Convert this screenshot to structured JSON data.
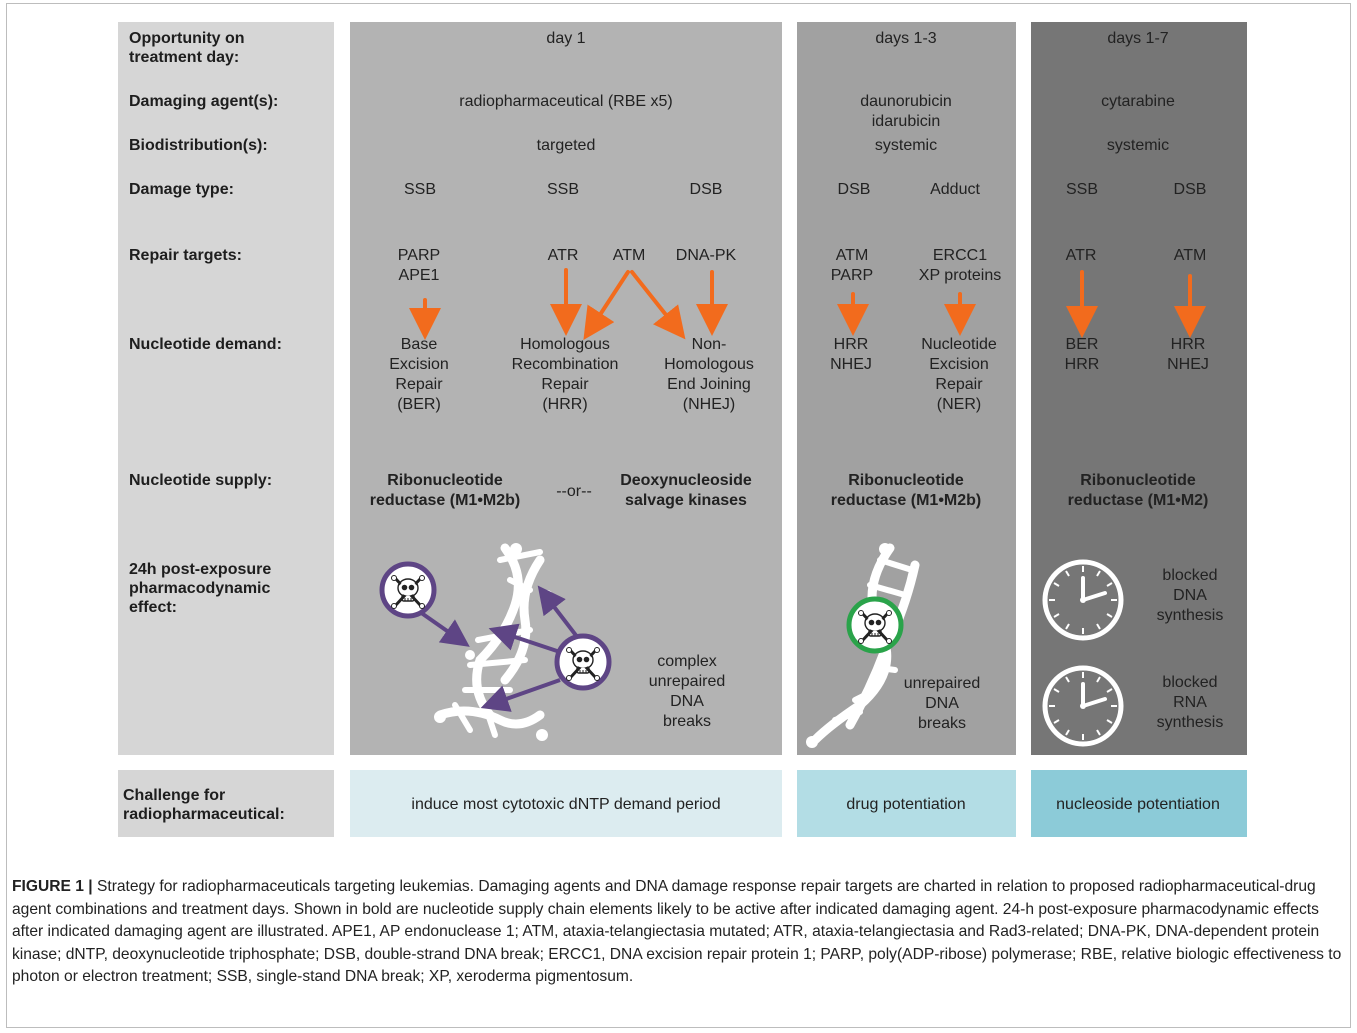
{
  "row_labels": {
    "opportunity": [
      "Opportunity on",
      "treatment day:"
    ],
    "agents": "Damaging agent(s):",
    "biodistribution": "Biodistribution(s):",
    "damage_type": "Damage type:",
    "repair_targets": "Repair targets:",
    "nucleotide_demand": "Nucleotide demand:",
    "nucleotide_supply": "Nucleotide supply:",
    "pd_effect": [
      "24h post-exposure",
      "pharmacodynamic",
      "effect:"
    ],
    "challenge": [
      "Challenge for",
      "radiopharmaceutical:"
    ]
  },
  "day1": {
    "day": "day 1",
    "agent": "radiopharmaceutical (RBE x5)",
    "biodistribution": "targeted",
    "damage": [
      "SSB",
      "SSB",
      "DSB"
    ],
    "targets": {
      "parp": [
        "PARP",
        "APE1"
      ],
      "atr": "ATR",
      "atm": "ATM",
      "dnapk": "DNA-PK"
    },
    "demand": {
      "ber": [
        "Base",
        "Excision",
        "Repair",
        "(BER)"
      ],
      "hrr": [
        "Homologous",
        "Recombination",
        "Repair",
        "(HRR)"
      ],
      "nhej": [
        "Non-",
        "Homologous",
        "End Joining",
        "(NHEJ)"
      ]
    },
    "supply": {
      "left": [
        "Ribonucleotide",
        "reductase (M1•M2b)"
      ],
      "or": "--or--",
      "right": [
        "Deoxynucleoside",
        "salvage kinases"
      ]
    },
    "effect": [
      "complex",
      "unrepaired",
      "DNA",
      "breaks"
    ],
    "challenge": "induce most cytotoxic dNTP demand period"
  },
  "days13": {
    "day": "days 1-3",
    "agent": [
      "daunorubicin",
      "idarubicin"
    ],
    "biodistribution": "systemic",
    "damage": [
      "DSB",
      "Adduct"
    ],
    "targets": {
      "left": [
        "ATM",
        "PARP"
      ],
      "right": [
        "ERCC1",
        "XP proteins"
      ]
    },
    "demand": {
      "left": [
        "HRR",
        "NHEJ"
      ],
      "right": [
        "Nucleotide",
        "Excision",
        "Repair",
        "(NER)"
      ]
    },
    "supply": [
      "Ribonucleotide",
      "reductase (M1•M2b)"
    ],
    "effect": [
      "unrepaired",
      "DNA",
      "breaks"
    ],
    "challenge": "drug potentiation"
  },
  "days17": {
    "day": "days 1-7",
    "agent": "cytarabine",
    "biodistribution": "systemic",
    "damage": [
      "SSB",
      "DSB"
    ],
    "targets": [
      "ATR",
      "ATM"
    ],
    "demand": {
      "left": [
        "BER",
        "HRR"
      ],
      "right": [
        "HRR",
        "NHEJ"
      ]
    },
    "supply": [
      "Ribonucleotide",
      "reductase (M1•M2)"
    ],
    "effect_dna": [
      "blocked",
      "DNA",
      "synthesis"
    ],
    "effect_rna": [
      "blocked",
      "RNA",
      "synthesis"
    ],
    "challenge": "nucleoside potentiation"
  },
  "caption": {
    "label": "FIGURE 1 |",
    "text": " Strategy for radiopharmaceuticals targeting leukemias. Damaging agents and DNA damage response repair targets are charted in relation to proposed radiopharmaceutical-drug agent combinations and treatment days. Shown in bold are nucleotide supply chain elements likely to be active after indicated damaging agent. 24-h post-exposure pharmacodynamic effects after indicated damaging agent are illustrated. APE1, AP endonuclease 1; ATM, ataxia-telangiectasia mutated; ATR, ataxia-telangiectasia and Rad3-related; DNA-PK, DNA-dependent protein kinase; dNTP, deoxynucleotide triphosphate; DSB, double-strand DNA break; ERCC1, DNA excision repair protein 1; PARP, poly(ADP-ribose) polymerase; RBE, relative biologic effectiveness to photon or electron treatment; SSB, single-stand DNA break; XP, xeroderma pigmentosum."
  },
  "colors": {
    "arrow": "#f26b1d",
    "purple": "#5e4585",
    "green": "#2aa34a"
  }
}
